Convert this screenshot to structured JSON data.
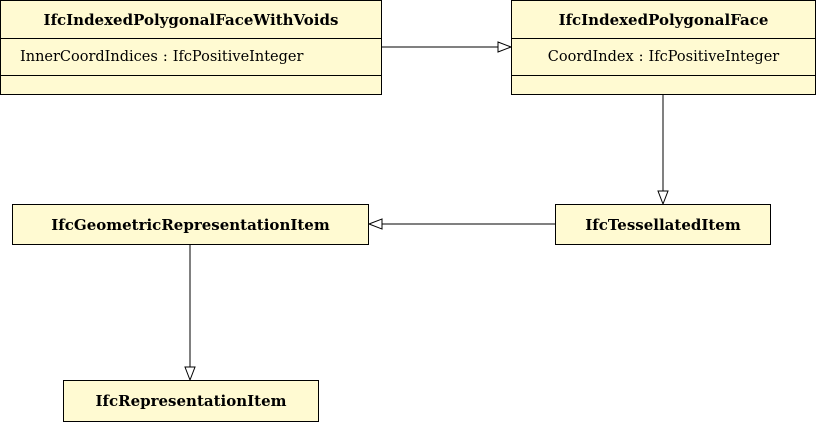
{
  "colors": {
    "class_fill": "#fffad2",
    "stroke": "#000000",
    "background": "#ffffff"
  },
  "classes": {
    "face_with_voids": {
      "name": "IfcIndexedPolygonalFaceWithVoids",
      "attribute": {
        "name": "InnerCoordIndices",
        "separator": ":",
        "type": "IfcPositiveInteger"
      }
    },
    "polygonal_face": {
      "name": "IfcIndexedPolygonalFace",
      "attribute": {
        "name": "CoordIndex",
        "separator": ":",
        "type": "IfcPositiveInteger"
      }
    },
    "tessellated_item": {
      "name": "IfcTessellatedItem"
    },
    "geometric_representation_item": {
      "name": "IfcGeometricRepresentationItem"
    },
    "representation_item": {
      "name": "IfcRepresentationItem"
    }
  },
  "relationships": [
    {
      "type": "generalization",
      "from": "IfcIndexedPolygonalFaceWithVoids",
      "to": "IfcIndexedPolygonalFace"
    },
    {
      "type": "generalization",
      "from": "IfcIndexedPolygonalFace",
      "to": "IfcTessellatedItem"
    },
    {
      "type": "generalization",
      "from": "IfcTessellatedItem",
      "to": "IfcGeometricRepresentationItem"
    },
    {
      "type": "generalization",
      "from": "IfcGeometricRepresentationItem",
      "to": "IfcRepresentationItem"
    }
  ]
}
